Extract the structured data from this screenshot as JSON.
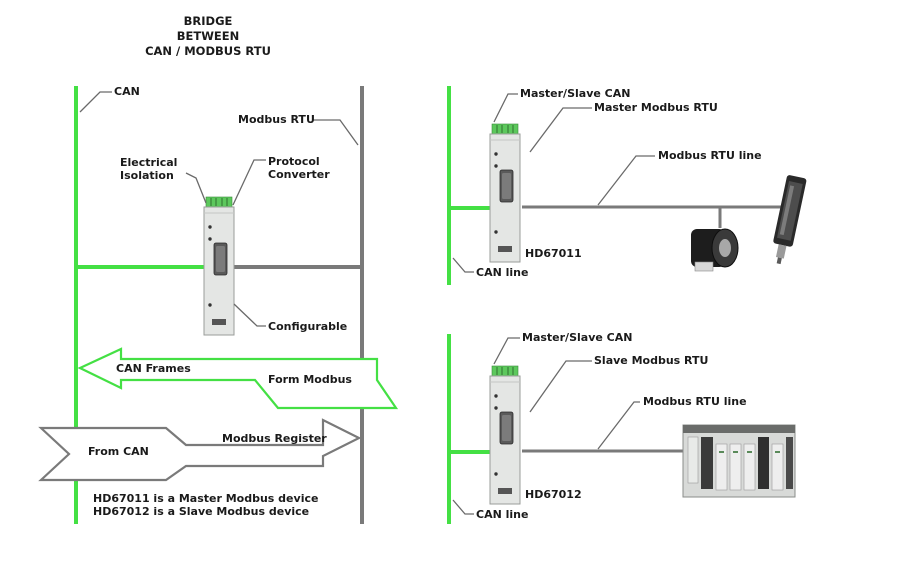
{
  "title": {
    "line1": "BRIDGE",
    "line2": "BETWEEN",
    "line3": "CAN / MODBUS RTU"
  },
  "left": {
    "can_label": "CAN",
    "modbus_label": "Modbus RTU",
    "isolation_label_1": "Electrical",
    "isolation_label_2": "Isolation",
    "protocol_label_1": "Protocol",
    "protocol_label_2": "Converter",
    "configurable_label": "Configurable",
    "arrow_left_text_1": "CAN Frames",
    "arrow_left_text_2": "Form Modbus",
    "arrow_right_text_1": "From CAN",
    "arrow_right_text_2": "Modbus Register",
    "note_1": "HD67011 is a Master Modbus device",
    "note_2": "HD67012 is a Slave Modbus device"
  },
  "top_right": {
    "label_can": "Master/Slave CAN",
    "label_modbus": "Master Modbus RTU",
    "label_line": "Modbus RTU line",
    "device_code": "HD67011",
    "can_line": "CAN line"
  },
  "bottom_right": {
    "label_can": "Master/Slave CAN",
    "label_modbus": "Slave Modbus RTU",
    "label_line": "Modbus RTU line",
    "device_code": "HD67012",
    "can_line": "CAN line"
  },
  "colors": {
    "can_green": "#44e044",
    "modbus_gray": "#7a7a7a",
    "device_body": "#e4e6e4",
    "terminal_green": "#5cc85c"
  }
}
